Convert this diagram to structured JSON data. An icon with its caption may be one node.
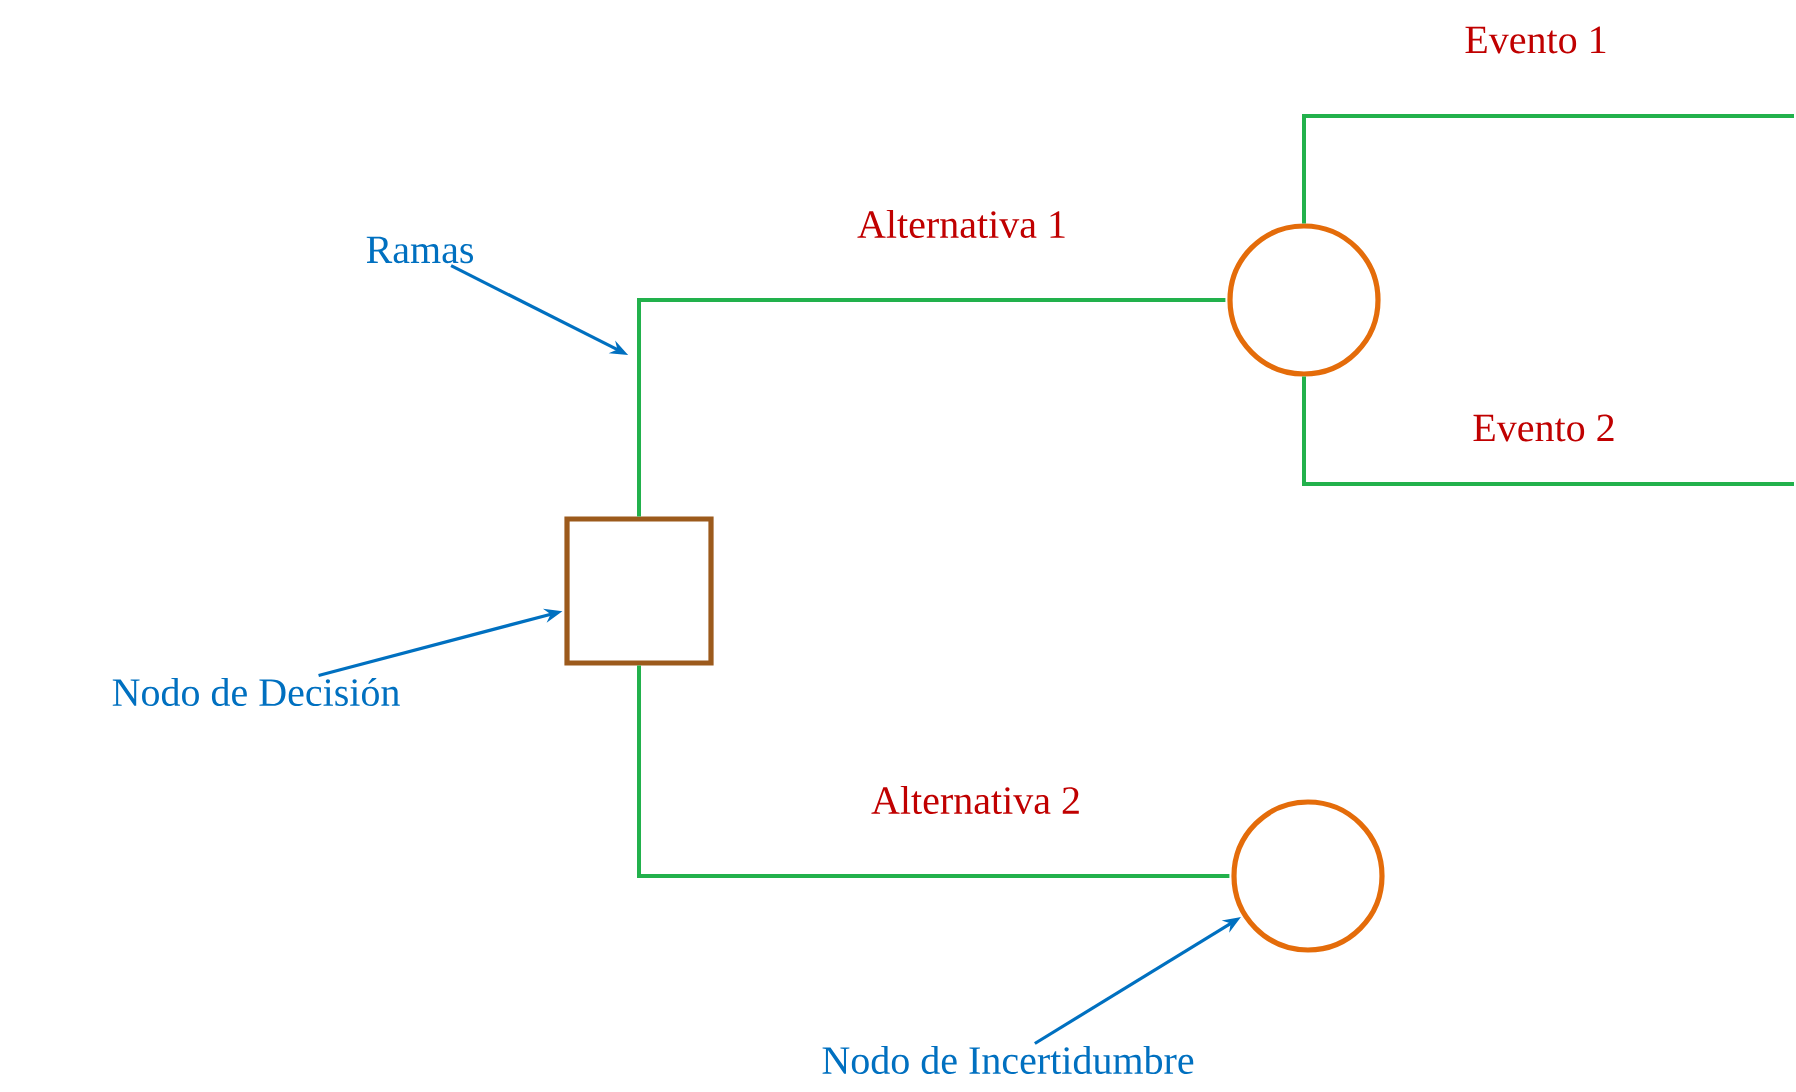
{
  "diagram": {
    "nodes": [
      {
        "text": [],
        "shape": "box"
      },
      {
        "text": [],
        "shape": "circle"
      },
      {
        "text": [],
        "shape": "circle"
      },
      {
        "text": [
          "Ramas"
        ]
      },
      {
        "text": [
          "Nodo de Decisión"
        ]
      },
      {
        "text": [
          "Nodo de Incertidumbre"
        ]
      }
    ],
    "edges": [
      {
        "from": 0,
        "to": 1,
        "arrow": "none",
        "label": "Alternativa 1"
      },
      {
        "from": 0,
        "to": 2,
        "arrow": "none",
        "label": "Alternativa 2"
      },
      {
        "from": 1,
        "to": null,
        "arrow": "none",
        "label": "Evento 1"
      },
      {
        "from": 1,
        "to": null,
        "arrow": "none",
        "label": "Evento 2"
      },
      {
        "from": 3,
        "to": null,
        "arrow": "to",
        "color": "#0070c0"
      },
      {
        "from": 4,
        "to": 0,
        "arrow": "to",
        "color": "#0070c0"
      },
      {
        "from": 5,
        "to": 2,
        "arrow": "to",
        "color": "#0070c0"
      }
    ]
  }
}
